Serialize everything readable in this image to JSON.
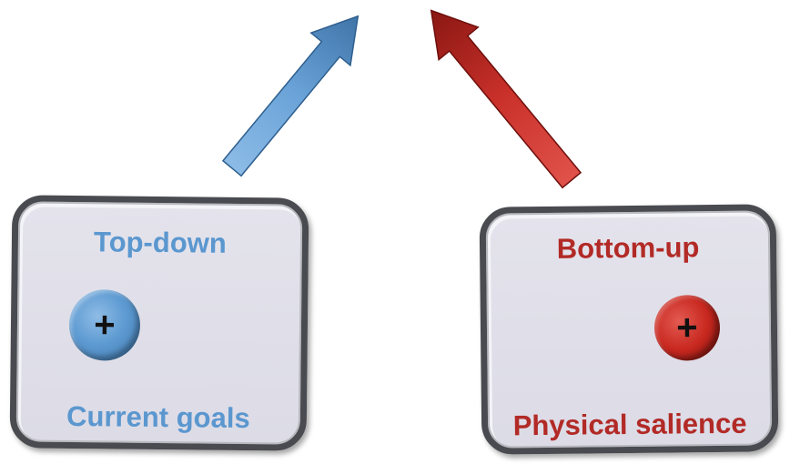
{
  "diagram": {
    "left_box": {
      "title": "Top-down",
      "subtitle": "Current goals",
      "knob_symbol": "+",
      "color": "#5b97cf"
    },
    "right_box": {
      "title": "Bottom-up",
      "subtitle": "Physical salience",
      "knob_symbol": "+",
      "color": "#b22a26"
    },
    "arrows": [
      {
        "name": "top-down-arrow",
        "color": "#5b97cf",
        "direction": "up-right"
      },
      {
        "name": "bottom-up-arrow",
        "color": "#c0302a",
        "direction": "up-left"
      }
    ]
  }
}
